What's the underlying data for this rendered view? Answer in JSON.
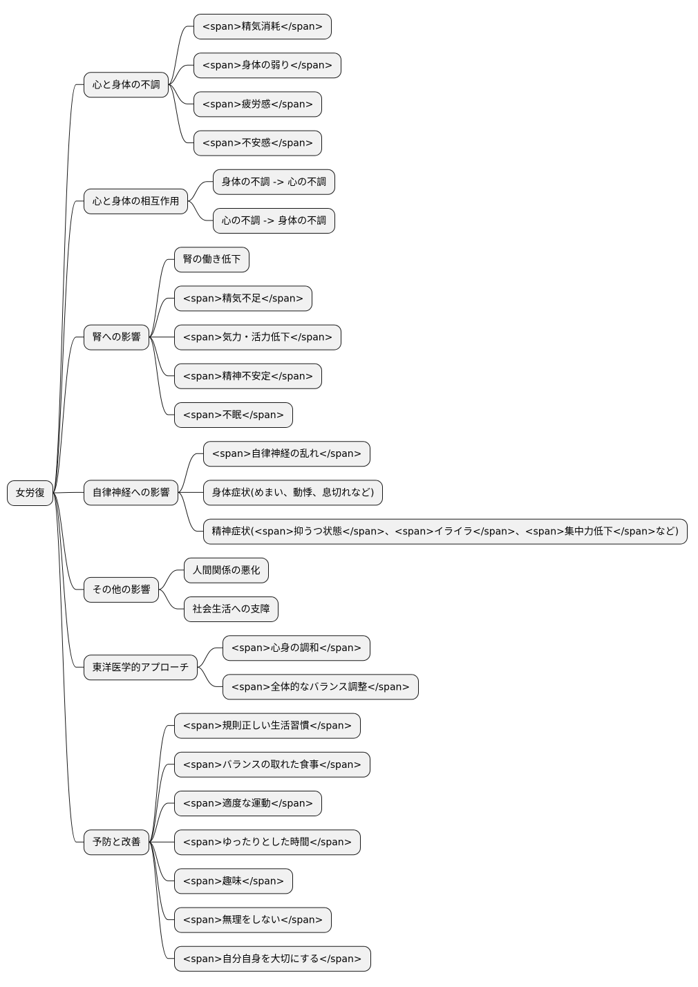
{
  "mindmap": {
    "root": {
      "label": "女労復",
      "children": [
        {
          "label": "心と身体の不調",
          "children": [
            {
              "label": "<span>精気消耗</span>"
            },
            {
              "label": "<span>身体の弱り</span>"
            },
            {
              "label": "<span>疲労感</span>"
            },
            {
              "label": "<span>不安感</span>"
            }
          ]
        },
        {
          "label": "心と身体の相互作用",
          "children": [
            {
              "label": "身体の不調 -> 心の不調"
            },
            {
              "label": "心の不調 -> 身体の不調"
            }
          ]
        },
        {
          "label": "腎への影響",
          "children": [
            {
              "label": "腎の働き低下"
            },
            {
              "label": "<span>精気不足</span>"
            },
            {
              "label": "<span>気力・活力低下</span>"
            },
            {
              "label": "<span>精神不安定</span>"
            },
            {
              "label": "<span>不眠</span>"
            }
          ]
        },
        {
          "label": "自律神経への影響",
          "children": [
            {
              "label": "<span>自律神経の乱れ</span>"
            },
            {
              "label": "身体症状(めまい、動悸、息切れなど)"
            },
            {
              "label": "精神症状(<span>抑うつ状態</span>、<span>イライラ</span>、<span>集中力低下</span>など)"
            }
          ]
        },
        {
          "label": "その他の影響",
          "children": [
            {
              "label": "人間関係の悪化"
            },
            {
              "label": "社会生活への支障"
            }
          ]
        },
        {
          "label": "東洋医学的アプローチ",
          "children": [
            {
              "label": "<span>心身の調和</span>"
            },
            {
              "label": "<span>全体的なバランス調整</span>"
            }
          ]
        },
        {
          "label": "予防と改善",
          "children": [
            {
              "label": "<span>規則正しい生活習慣</span>"
            },
            {
              "label": "<span>バランスの取れた食事</span>"
            },
            {
              "label": "<span>適度な運動</span>"
            },
            {
              "label": "<span>ゆったりとした時間</span>"
            },
            {
              "label": "<span>趣味</span>"
            },
            {
              "label": "<span>無理をしない</span>"
            },
            {
              "label": "<span>自分自身を大切にする</span>"
            }
          ]
        }
      ]
    }
  }
}
